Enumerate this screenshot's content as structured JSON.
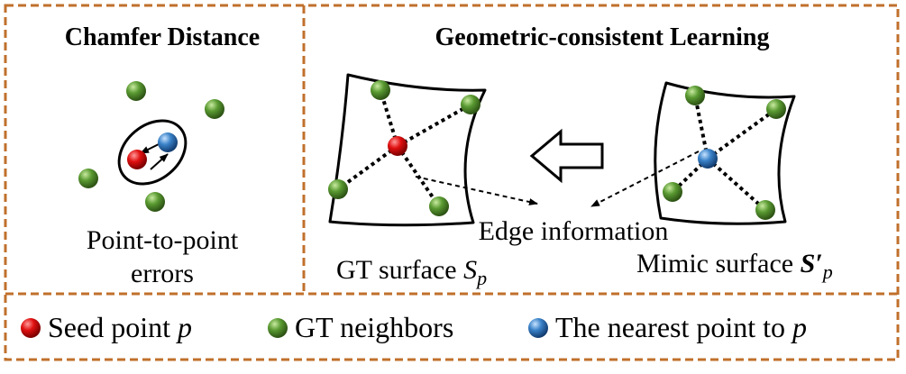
{
  "panels": {
    "chamfer": {
      "title": "Chamfer Distance",
      "caption_line1": "Point-to-point",
      "caption_line2": "errors"
    },
    "geometric": {
      "title": "Geometric-consistent Learning",
      "edge_label": "Edge information",
      "gt_surface_prefix": "GT surface ",
      "gt_surface_symbol": "S",
      "gt_surface_sub": "p",
      "mimic_surface_prefix": "Mimic surface ",
      "mimic_surface_symbol": "S′",
      "mimic_surface_sub": "p"
    }
  },
  "legend": {
    "seed_label": "Seed point ",
    "seed_symbol": "p",
    "neighbors_label": "GT neighbors",
    "nearest_label": "The nearest point to ",
    "nearest_symbol": "p"
  },
  "colors": {
    "border": "#c0702c",
    "seed": "#e01010",
    "neighbor": "#5a9a32",
    "nearest": "#3a82c8",
    "ink": "#000000"
  }
}
